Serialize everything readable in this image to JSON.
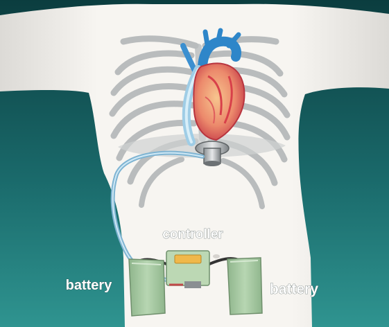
{
  "labels": {
    "controller": "controller",
    "battery_left": "battery",
    "battery_right": "battery"
  },
  "colors": {
    "background_top": "#0b3d3f",
    "background_bottom": "#2c8f8c",
    "body": "#f4f2ee",
    "ribs": "#b9bcbd",
    "heart": "#e4585c",
    "aorta": "#2e86c9",
    "driveline": "#a9d3ea",
    "battery": "#a9c9a6",
    "controller_box": "#bcd8b4",
    "controller_display": "#f0b84a"
  }
}
